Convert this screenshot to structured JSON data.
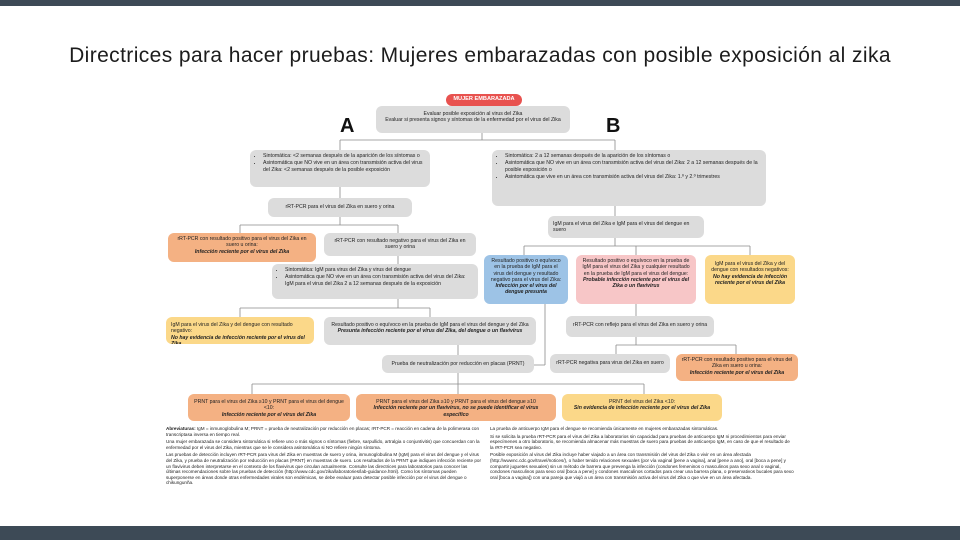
{
  "title": "Directrices para hacer pruebas: Mujeres embarazadas con posible exposición al zika",
  "letters": {
    "a": "A",
    "b": "B"
  },
  "nodes": {
    "root": "MUJER EMBARAZADA",
    "evaluate1": "Evaluar posible exposición al virus del Zika",
    "evaluate2": "Evaluar si presenta signos y síntomas de la enfermedad por el virus del Zika",
    "a_sym1": "Sintomática: <2 semanas después de la aparición de los síntomas o",
    "a_sym2": "Asintomática que NO vive en un área con transmisión activa del virus del Zika: <2 semanas después de la posible exposición",
    "a_rrt": "rRT-PCR para el virus del Zika en suero y orina",
    "a_pos": "rRT-PCR con resultado positivo para el virus del Zika en suero u orina:",
    "a_pos_em": "Infección reciente por el virus del Zika",
    "a_neg": "rRT-PCR con resultado negativo para el virus del Zika en suero y orina",
    "a_igm1": "Sintomática: IgM para virus del Zika y virus del dengue",
    "a_igm2": "Asintomática que NO vive en un área con transmisión activa del virus del Zika: IgM para el virus del Zika 2 a 12 semanas después de la exposición",
    "a_igmneg": "IgM para el virus del Zika y del dengue con resultado negativo:",
    "a_igmneg_em": "No hay evidencia de infección reciente por el virus del Zika",
    "a_igmpos": "Resultado positivo o equívoco en la prueba de IgM para el virus del dengue y del Zika",
    "a_igmpos_em": "Presunta infección reciente por el virus del Zika, del dengue o un flavivirus",
    "prnt": "Prueba de neutralización por reducción en placas (PRNT)",
    "prnt1": "PRNT para el virus del Zika ≥10 y PRNT para el virus del dengue <10:",
    "prnt1_em": "Infección reciente por el virus del Zika",
    "prnt2": "PRNT para el virus del Zika ≥10 y PRNT para el virus del dengue ≥10",
    "prnt2_em": "Infección reciente por un flavivirus, no se puede identificar el virus específico",
    "prnt3": "PRNT del virus del Zika <10:",
    "prnt3_em": "Sin evidencia de infección reciente por el virus del Zika",
    "b_sym1": "Sintomática: 2 a 12 semanas después de la aparición de los síntomas o",
    "b_sym2": "Asintomática que NO vive en un área con transmisión activa del virus del Zika: 2 a 12 semanas después de la posible exposición o",
    "b_sym3": "Asintomática que vive en un área con transmisión activa del virus del Zika: 1.º y 2.º trimestres",
    "b_igm": "IgM para el virus del Zika e IgM para el virus del dengue en suero",
    "b_blue": "Resultado positivo o equívoco en la prueba de IgM para el virus del dengue y resultado negativo para el virus del Zika:",
    "b_blue_em": "Infección por el virus del dengue presunta",
    "b_pink": "Resultado positivo o equívoco en la prueba de IgM para el virus del Zika y cualquier resultado en la prueba de IgM para el virus del dengue:",
    "b_pink_em": "Probable infección reciente por el virus del Zika o un flavivirus",
    "b_yellow": "IgM para el virus del Zika y del dengue con resultados negativos:",
    "b_yellow_em": "No hay evidencia de infección reciente por el virus del Zika",
    "b_reflex": "rRT-PCR con reflejo para el virus del Zika en suero y orina",
    "b_rrtneg": "rRT-PCR negativa para virus del Zika en suero",
    "b_rrtpos": "rRT-PCR con resultado positivo para el virus del Zika en suero u orina:",
    "b_rrtpos_em": "Infección reciente por el virus del Zika"
  },
  "notes": {
    "abbr_label": "Abreviaturas:",
    "abbr": "IgM = inmunoglobulina M; PRNT = prueba de neutralización por reducción en placas; rRT-PCR = reacción en cadena de la polimerasa con transcriptasa inversa en tiempo real.",
    "n1": "Una mujer embarazada se considera sintomática si refiere uno o más signos o síntomas (fiebre, sarpullido, artralgia o conjuntivitis) que concuerdan con la enfermedad por el virus del Zika, mientras que se le considera asintomática si NO refiere ningún síntoma.",
    "n2": "Las pruebas de detección incluyen rRT-PCR para virus del Zika en muestras de suero y orina, inmunoglobulina M (IgM) para el virus del dengue y el virus del Zika, y prueba de neutralización por reducción en placas (PRNT) en muestras de suero. Los resultados de la PRNT que indiquen infección reciente por un flavivirus deben interpretarse en el contexto de los flavivirus que circulan actualmente. Consulte las directrices para laboratorios para conocer las últimas recomendaciones sobre las pruebas de detección (http://www.cdc.gov/zika/laboratories/lab-guidance.html). Como los síntomas pueden superponerse en áreas donde otras enfermedades virales son endémicas, se debe evaluar para detectar posible infección por el virus del dengue o chikungunña.",
    "n3": "La prueba de anticuerpo IgM para el dengue se recomienda únicamente en mujeres embarazadas sintomáticas.",
    "n4": "Si se solicita la prueba rRT-PCR para el virus del Zika a laboratorios sin capacidad para pruebas de anticuerpo IgM ni procedimientos para enviar especímenes a otro laboratorio, se recomienda almacenar más muestras de suero para pruebas de anticuerpo IgM, en caso de que el resultado de la rRT-PCR sea negativo.",
    "n5": "Posible exposición al virus del Zika incluye haber viajado a un área con transmisión del virus del Zika o vivir en un área afectada (http://wwwnc.cdc.gov/travel/notices/), o haber tenido relaciones sexuales (por vía vaginal [pene a vagina], anal [pene a ano], oral [boca a pene] y compartir juguetes sexuales) sin un método de barrera que prevenga la infección (condones femeninos o masculinos para sexo anal o vaginal, condones masculinos para sexo oral [boca a pene] y condones masculinos cortados para crear una barrera plana, o preservativos bucales para sexo oral [boca a vagina]) con una pareja que viajó a un área con transmisión activa del virus del Zika o que vive en un área afectada."
  }
}
